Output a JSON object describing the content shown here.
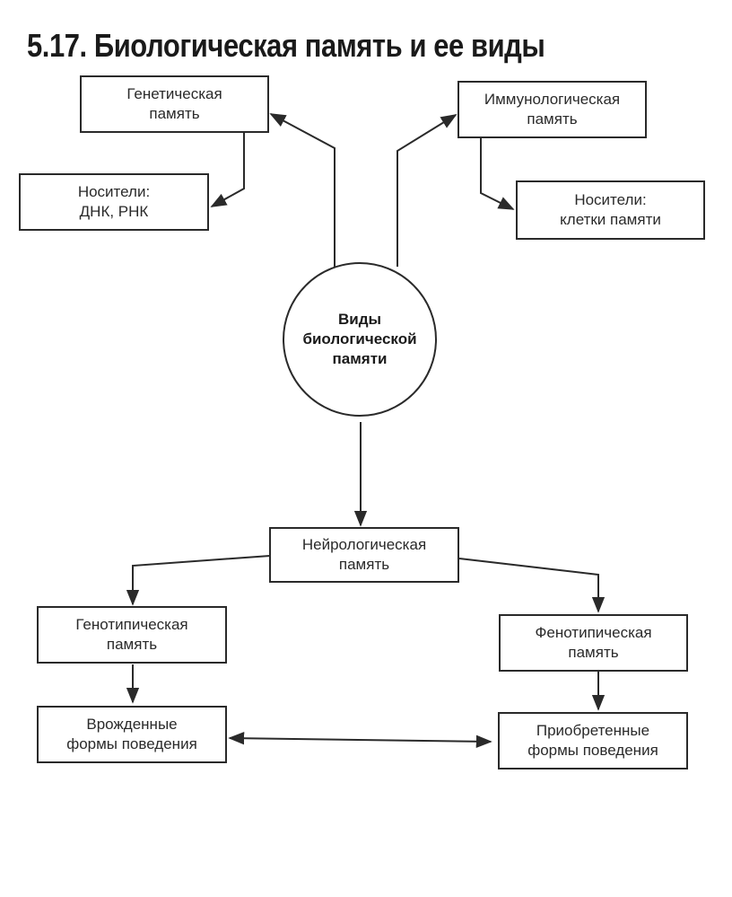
{
  "title": "5.17. Биологическая память и ее виды",
  "center": {
    "label": "Виды\nбиологической\nпамяти"
  },
  "nodes": {
    "genetic": "Генетическая\nпамять",
    "genetic_carriers": "Носители:\nДНК, РНК",
    "immunological": "Иммунологическая\nпамять",
    "immunological_carriers": "Носители:\nклетки памяти",
    "neurological": "Нейрологическая\nпамять",
    "genotypic": "Генотипическая\nпамять",
    "phenotypic": "Фенотипическая\nпамять",
    "innate_behavior": "Врожденные\nформы поведения",
    "acquired_behavior": "Приобретенные\nформы поведения"
  },
  "colors": {
    "stroke": "#2a2a2a",
    "background": "#ffffff"
  }
}
